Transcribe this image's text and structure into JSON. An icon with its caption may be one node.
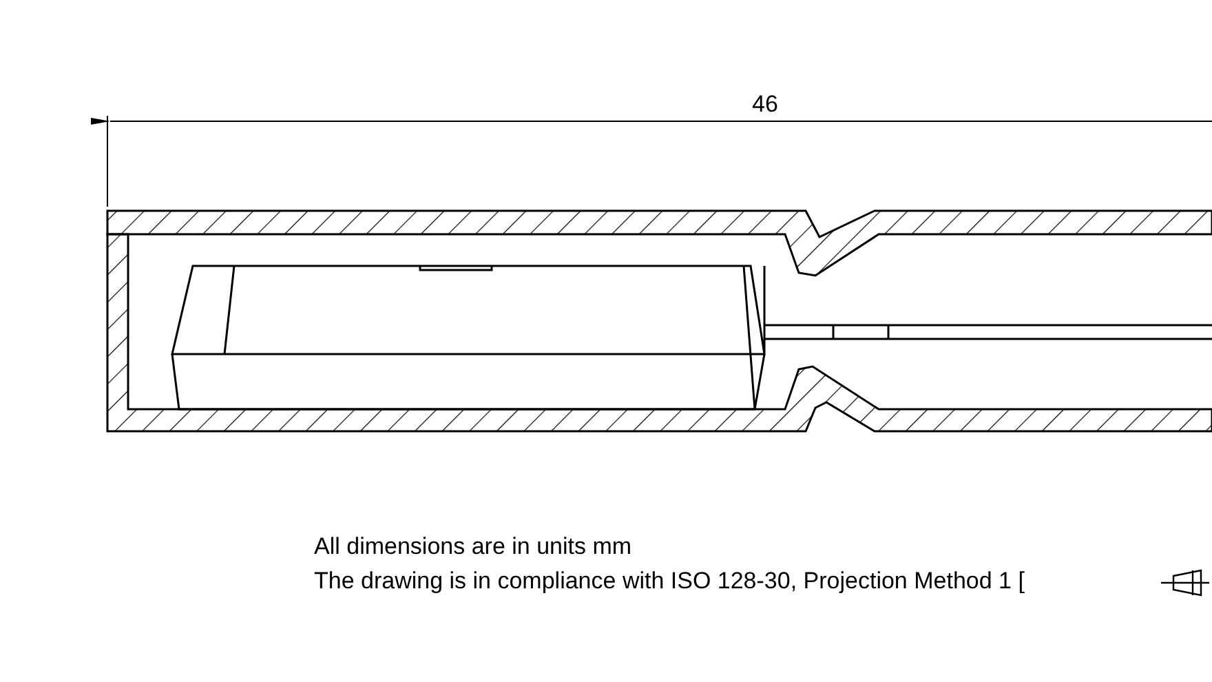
{
  "diagram": {
    "labels": [
      "46",
      "All dimensions are in units mm",
      "The drawing is in compliance with ISO 128-30, Projection Method 1 ["
    ]
  }
}
